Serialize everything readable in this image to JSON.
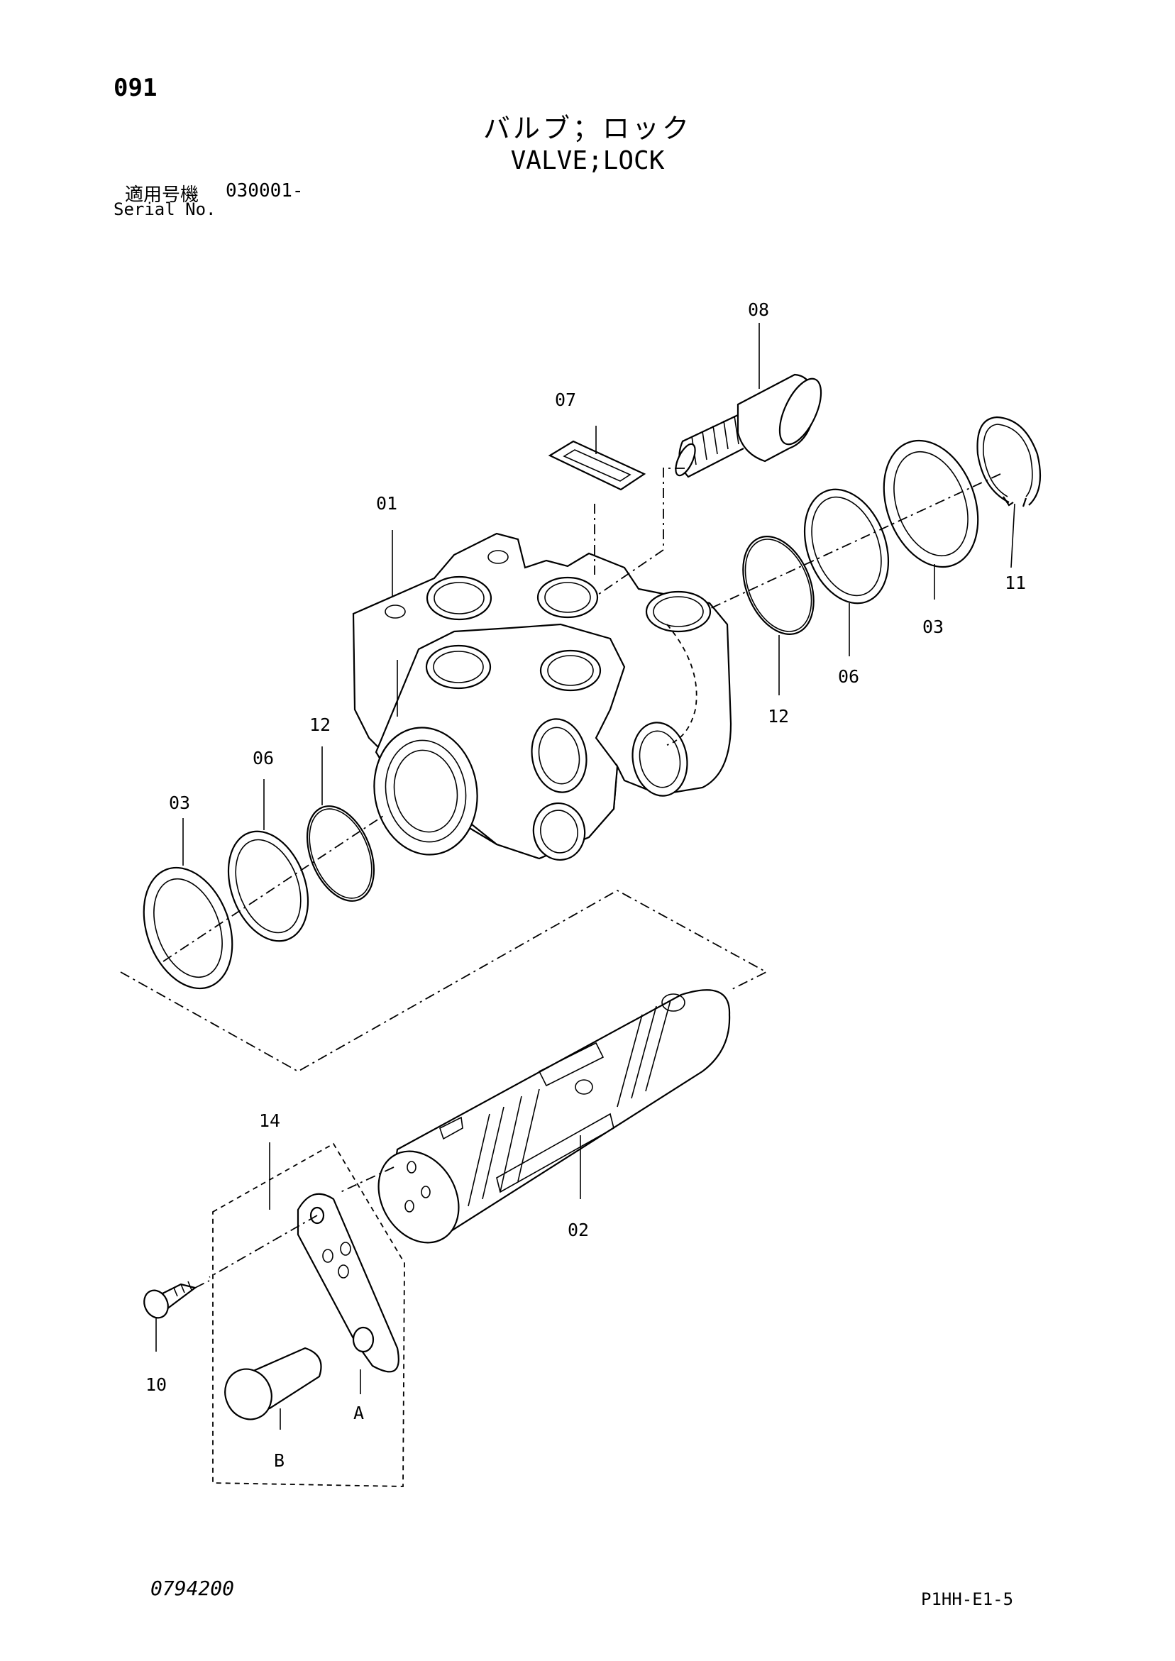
{
  "header": {
    "page_number": "091",
    "title_ja": "バルブ；ロック",
    "title_en": "VALVE;LOCK",
    "serial_label_ja": "適用号機",
    "serial_value": "030001-",
    "serial_label_en": "Serial No."
  },
  "callouts": {
    "c01": "01",
    "c02": "02",
    "c03_left": "03",
    "c03_right": "03",
    "c06_left": "06",
    "c06_right": "06",
    "c07": "07",
    "c08": "08",
    "c10": "10",
    "c11": "11",
    "c12_left": "12",
    "c12_right": "12",
    "c14": "14",
    "cA": "A",
    "cB": "B"
  },
  "footer": {
    "document_number": "0794200",
    "page_code": "P1HH-E1-5"
  }
}
